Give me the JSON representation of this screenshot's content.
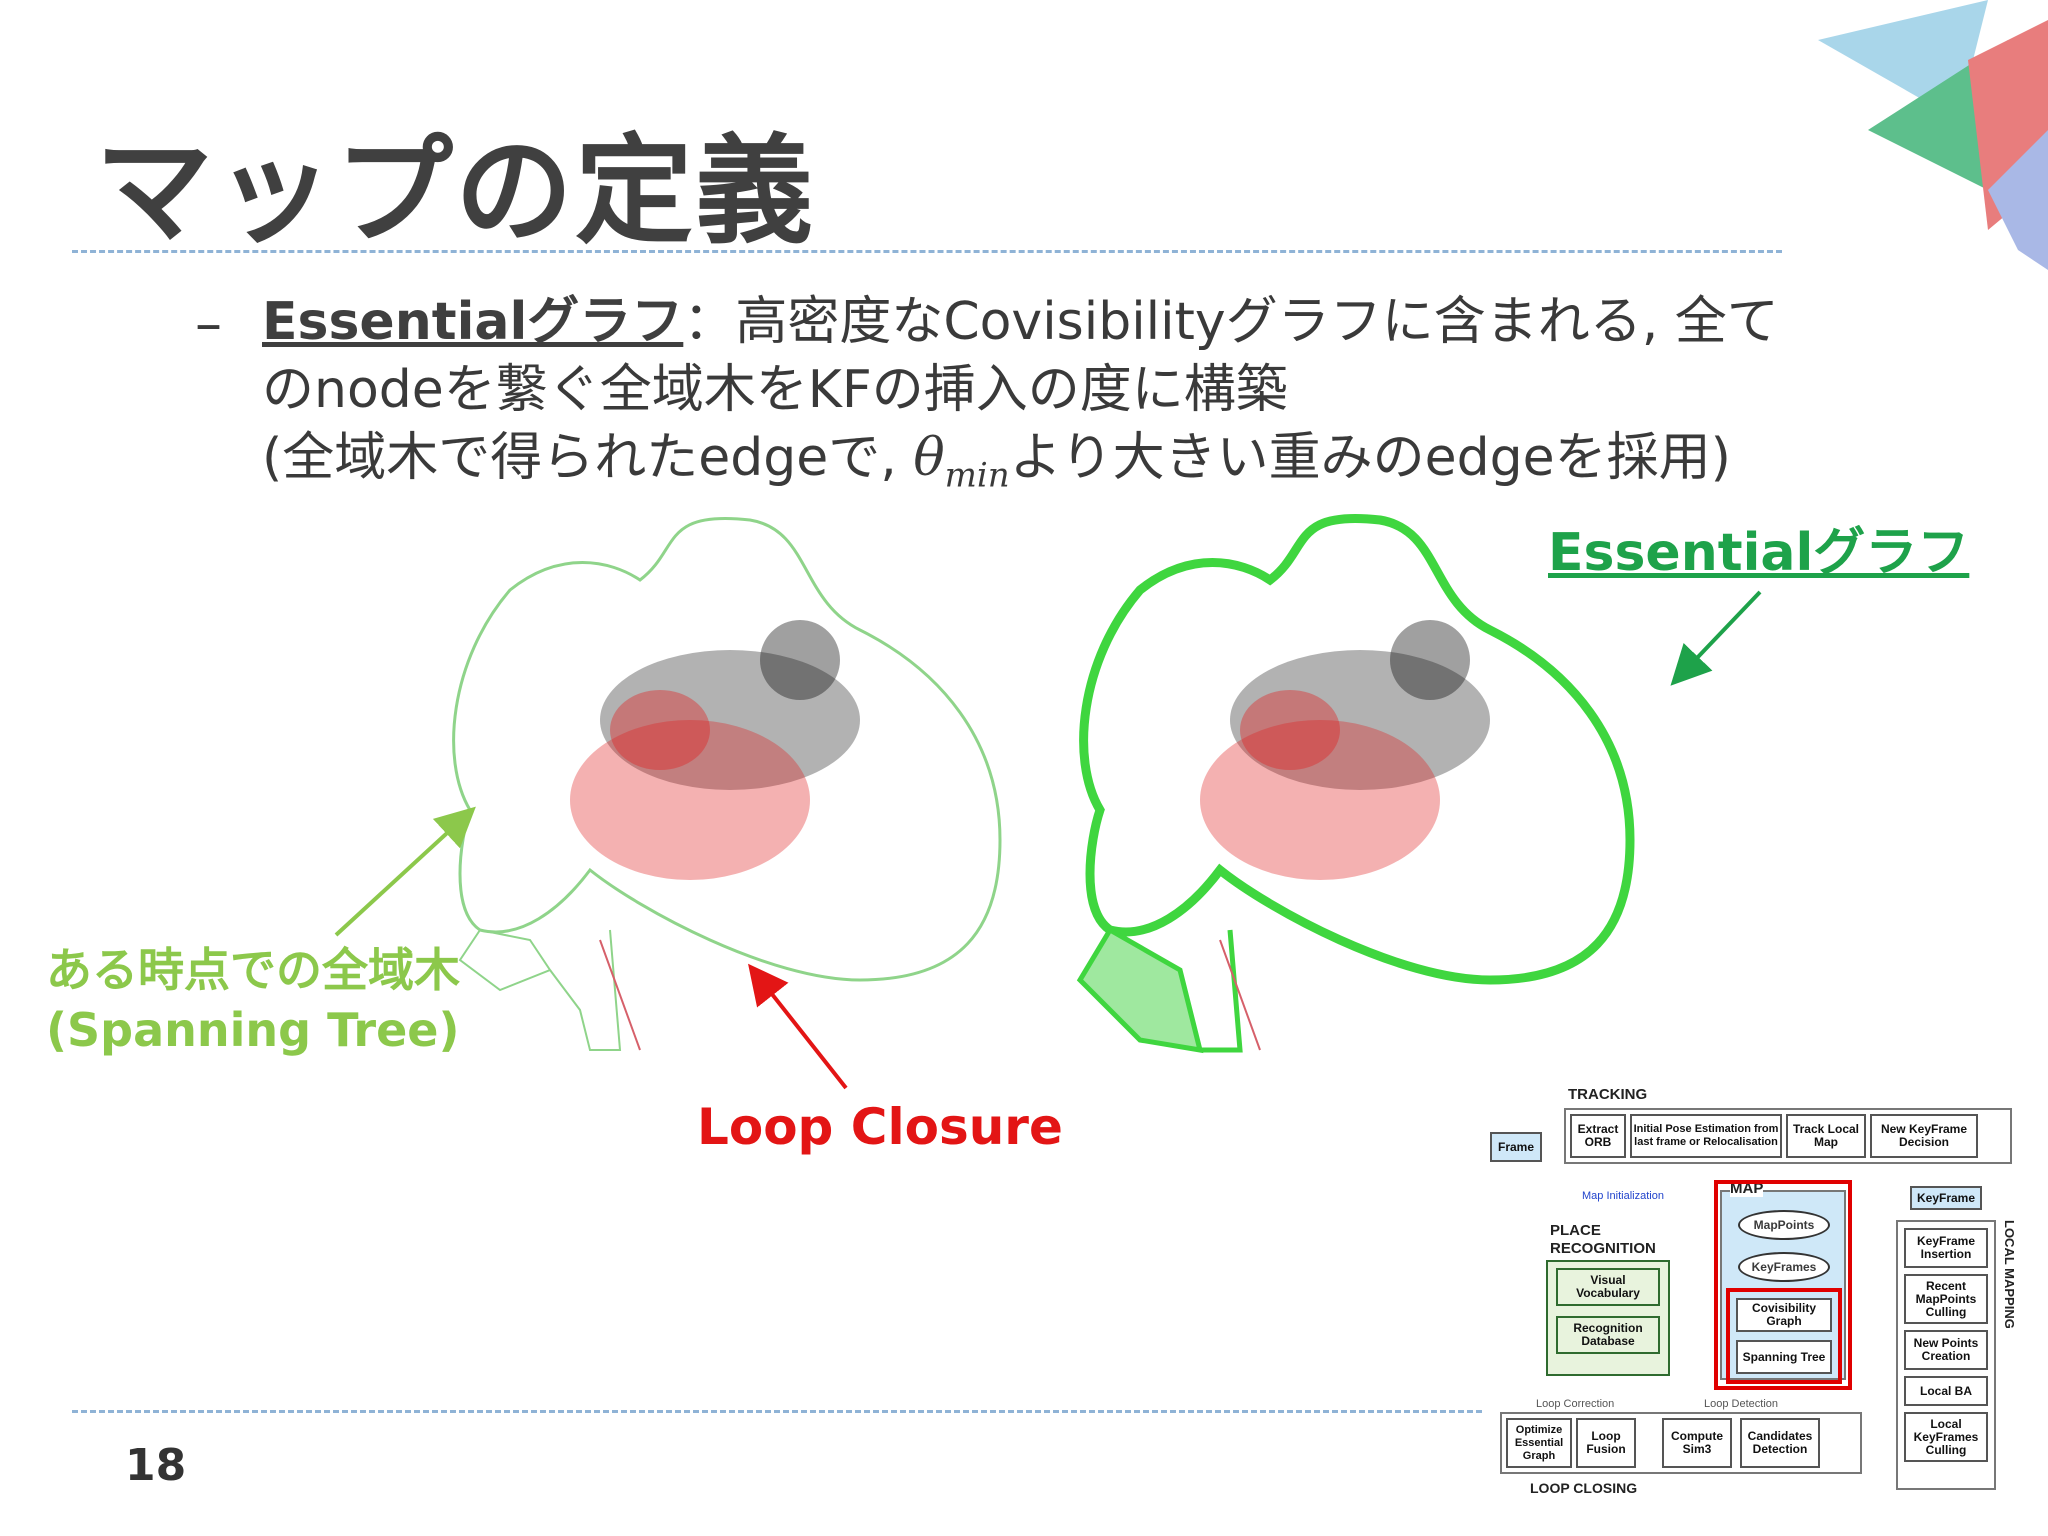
{
  "slide": {
    "title": "マップの定義",
    "page_number": "18"
  },
  "body": {
    "bullet": "–",
    "term": "Essentialグラフ",
    "line1_rest": "：高密度なCovisibilityグラフに含まれる, 全て",
    "line2": "のnodeを繋ぐ全域木をKFの挿入の度に構築",
    "line3_prefix": "(全域木で得られたedgeで, ",
    "theta": "θ",
    "theta_sub": "min",
    "line3_suffix": "より大きい重みのedgeを採用)"
  },
  "annotations": {
    "essential_graph": "Essentialグラフ",
    "spanning_tree_line1": "ある時点での全域木",
    "spanning_tree_line2": "(Spanning Tree)",
    "loop_closure": "Loop Closure"
  },
  "colors": {
    "title": "#404040",
    "essential_green": "#1ea24a",
    "spanning_green": "#8cc84b",
    "loop_red": "#e31515",
    "rule_blue": "#8fb3d6"
  },
  "diagram": {
    "tracking": "TRACKING",
    "frame": "Frame",
    "extract_orb": "Extract ORB",
    "initial_pose": "Initial Pose Estimation from last frame or Relocalisation",
    "track_local_map": "Track Local Map",
    "new_keyframe_decision": "New KeyFrame Decision",
    "map_initialization": "Map Initialization",
    "map": "MAP",
    "keyframe": "KeyFrame",
    "place_recognition_1": "PLACE",
    "place_recognition_2": "RECOGNITION",
    "visual_vocabulary": "Visual Vocabulary",
    "recognition_database": "Recognition Database",
    "mappoints": "MapPoints",
    "keyframes": "KeyFrames",
    "covisibility_graph": "Covisibility Graph",
    "spanning_tree": "Spanning Tree",
    "keyframe_insertion": "KeyFrame Insertion",
    "recent_mappoints_culling": "Recent MapPoints Culling",
    "new_points_creation": "New Points Creation",
    "local_ba": "Local BA",
    "local_keyframes_culling": "Local KeyFrames Culling",
    "local_mapping": "LOCAL MAPPING",
    "loop_correction": "Loop Correction",
    "loop_detection": "Loop Detection",
    "optimize_essential_graph": "Optimize Essential Graph",
    "loop_fusion": "Loop Fusion",
    "compute_sim3": "Compute Sim3",
    "candidates_detection": "Candidates Detection",
    "loop_closing": "LOOP CLOSING"
  }
}
